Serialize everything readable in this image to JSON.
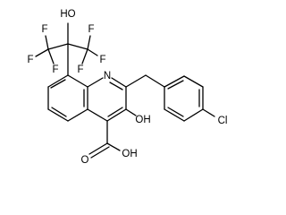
{
  "structure": {
    "atom_labels": {
      "hydroxyl_top": "HO",
      "f_left_outer": "F",
      "f_left_lower": "F",
      "f_top_left": "F",
      "f_top_right": "F",
      "f_right_outer": "F",
      "f_right_lower": "F",
      "ring_nitrogen": "N",
      "hydroxyl_ring": "OH",
      "carbonyl_oxygen": "O",
      "acid_hydroxyl": "OH",
      "chlorine": "Cl"
    }
  }
}
